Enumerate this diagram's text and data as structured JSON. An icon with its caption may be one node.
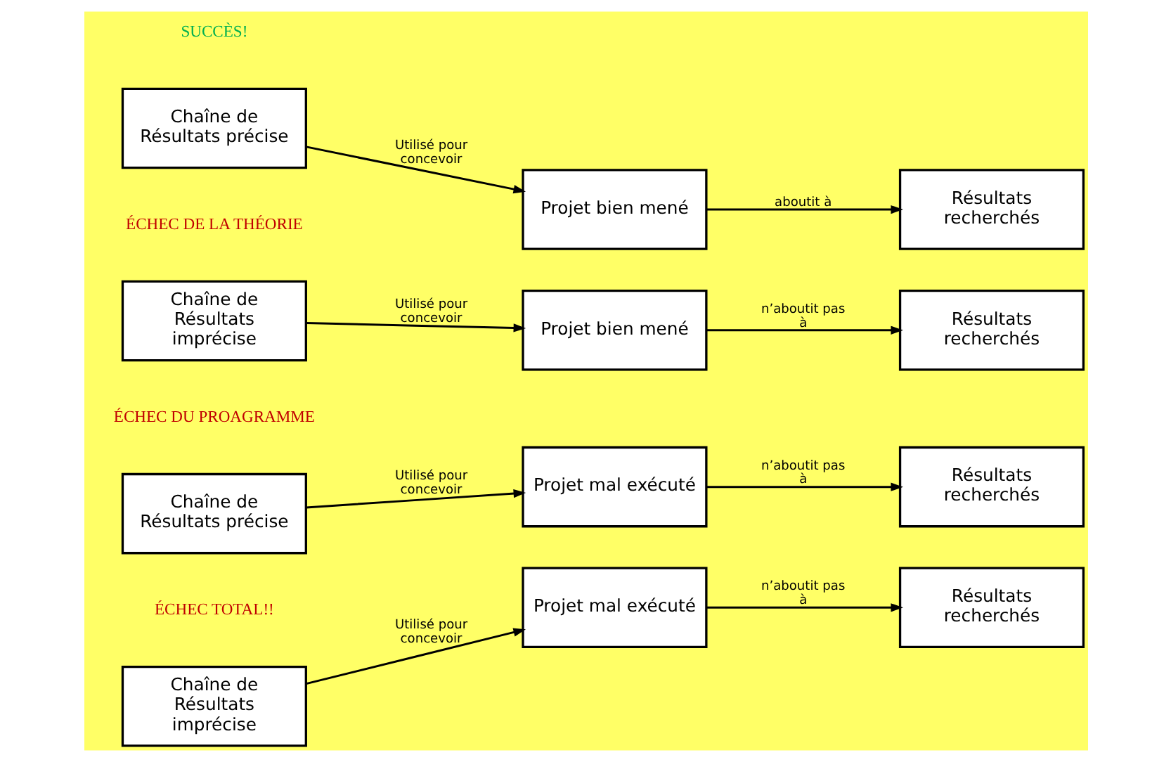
{
  "diagram": {
    "nodes": [
      {
        "text": [
          "Chaîne de Résultats précise"
        ]
      },
      {
        "text": [
          "Projet bien mené"
        ]
      },
      {
        "text": [
          "Résultats recherchés"
        ]
      },
      {
        "text": [
          "Chaîne de Résultats imprécise"
        ]
      },
      {
        "text": [
          "Projet bien mené"
        ]
      },
      {
        "text": [
          "Résultats recherchés"
        ]
      },
      {
        "text": [
          "Chaîne de Résultats précise"
        ]
      },
      {
        "text": [
          "Projet mal exécuté"
        ]
      },
      {
        "text": [
          "Résultats recherchés"
        ]
      },
      {
        "text": [
          "Chaîne de Résultats imprécise"
        ]
      },
      {
        "text": [
          "Projet mal exécuté"
        ]
      },
      {
        "text": [
          "Résultats recherchés"
        ]
      }
    ],
    "edges": [
      {
        "from": 0,
        "to": 1,
        "arrow": "to",
        "label": "Utilisé pour concevoir"
      },
      {
        "from": 1,
        "to": 2,
        "arrow": "to",
        "label": "aboutit à"
      },
      {
        "from": 3,
        "to": 4,
        "arrow": "to",
        "label": "Utilisé pour concevoir"
      },
      {
        "from": 4,
        "to": 5,
        "arrow": "to",
        "label": "n’aboutit pas à"
      },
      {
        "from": 6,
        "to": 7,
        "arrow": "to",
        "label": "Utilisé pour concevoir"
      },
      {
        "from": 7,
        "to": 8,
        "arrow": "to",
        "label": "n’aboutit pas à"
      },
      {
        "from": 9,
        "to": 10,
        "arrow": "to",
        "label": "Utilisé pour concevoir"
      },
      {
        "from": 10,
        "to": 11,
        "arrow": "to",
        "label": "n’aboutit pas à"
      }
    ],
    "labels": [
      "SUCCÈS!",
      "ÉCHEC DE LA THÉORIE",
      "ÉCHEC DU PROAGRAMME",
      "ÉCHEC TOTAL!!"
    ]
  }
}
